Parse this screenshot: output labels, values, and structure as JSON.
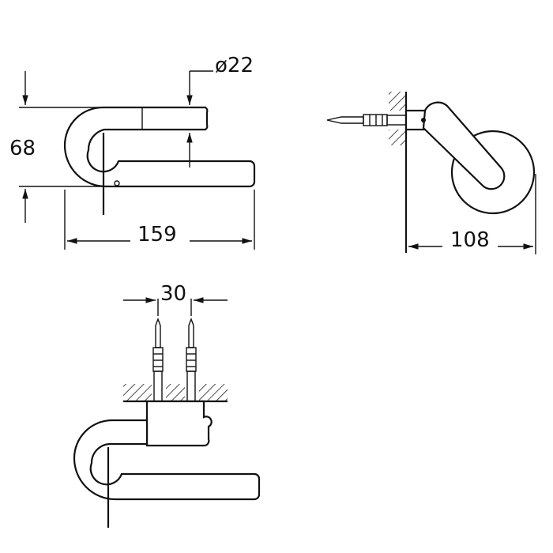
{
  "dimensions": {
    "diameter": "ø22",
    "height": "68",
    "width_front": "159",
    "depth_side": "108",
    "spacing": "30"
  },
  "colors": {
    "line": "#111111",
    "background": "#ffffff"
  }
}
